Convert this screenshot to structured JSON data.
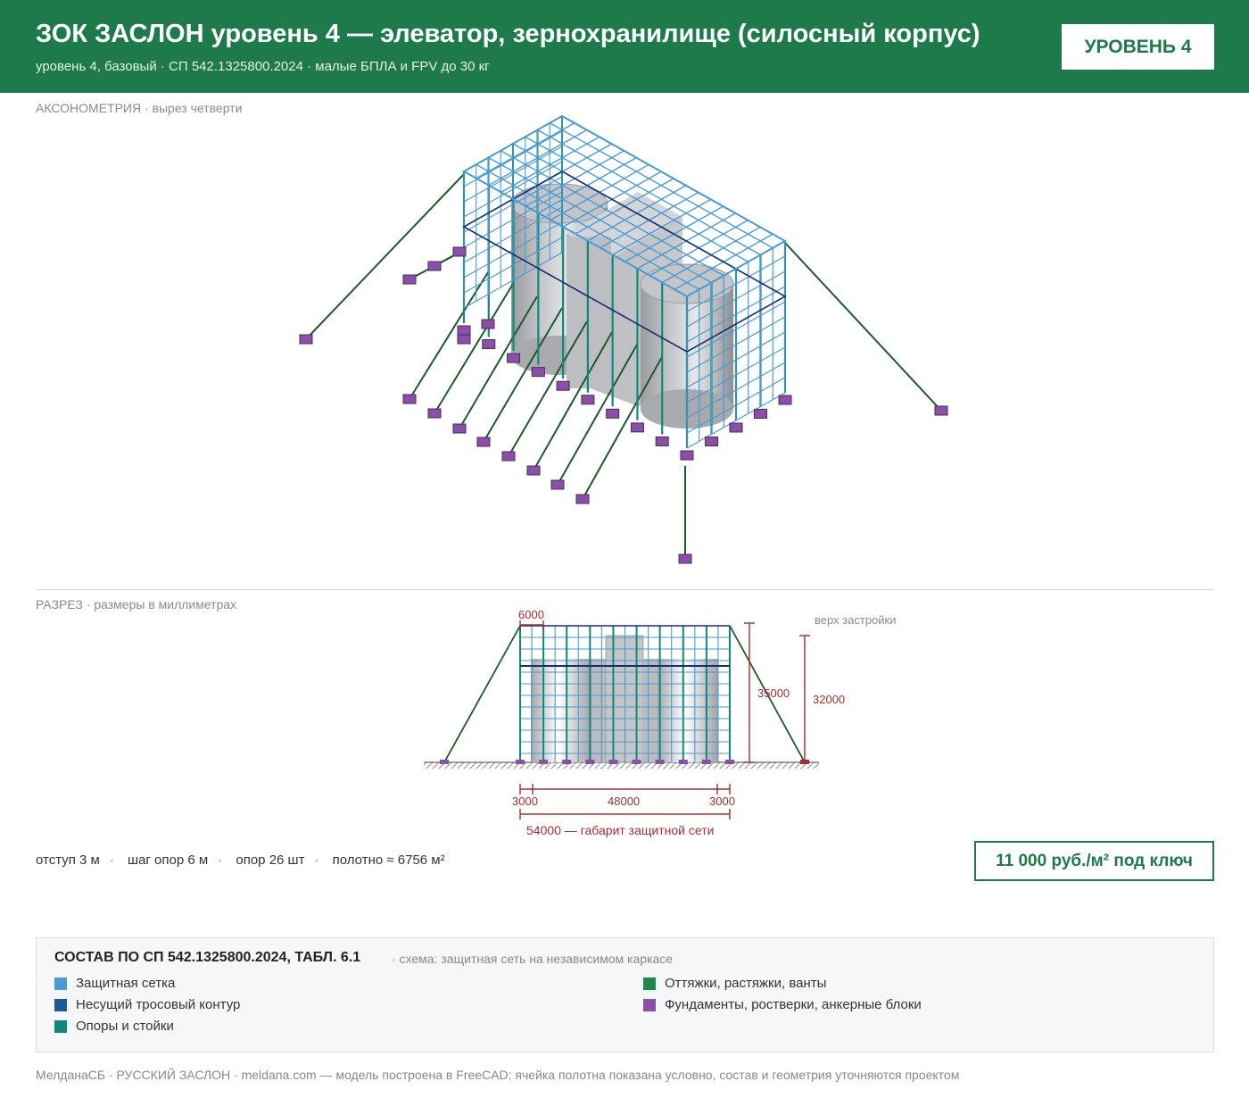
{
  "header": {
    "title": "ЗОК ЗАСЛОН уровень 4 — элеватор, зернохранилище (силосный корпус)",
    "subtitle": "уровень 4, базовый · СП 542.1325800.2024 · малые БПЛА и FPV до 30 кг",
    "level_badge": "УРОВЕНЬ 4"
  },
  "axonometry": {
    "label": "АКСОНОМЕТРИЯ",
    "note": "· вырез четверти"
  },
  "section": {
    "label": "РАЗРЕЗ",
    "note": "· размеры в миллиметрах",
    "dim_cell": "6000",
    "dim_height_net": "35000",
    "dim_height_build": "32000",
    "build_top_label": "верх застройки",
    "dim_offset_left": "3000",
    "dim_span": "48000",
    "dim_offset_right": "3000",
    "dim_total": "54000 — габарит защитной сети"
  },
  "stats": {
    "offset": "отступ 3 м",
    "pitch": "шаг опор 6 м",
    "supports": "опор 26 шт",
    "area": "полотно ≈ 6756 м²"
  },
  "price": "11 000 руб./м² под ключ",
  "legend": {
    "title": "СОСТАВ ПО СП 542.1325800.2024, ТАБЛ. 6.1",
    "scheme": "· схема: защитная сеть на независимом каркасе",
    "items": [
      {
        "label": "Защитная сетка",
        "color": "#4a9ad4"
      },
      {
        "label": "Несущий тросовый контур",
        "color": "#1a5a9a"
      },
      {
        "label": "Опоры и стойки",
        "color": "#12887a"
      },
      {
        "label": "Оттяжки, растяжки, ванты",
        "color": "#1e8a4a"
      },
      {
        "label": "Фундаменты, ростверки, анкерные блоки",
        "color": "#8a4fa8"
      }
    ]
  },
  "footer": "МелданаСБ · РУССКИЙ ЗАСЛОН · meldana.com — модель построена в FreeCAD; ячейка полотна показана условно, состав и геометрия уточняются проектом",
  "colors": {
    "brand": "#1e7a4a",
    "mesh": "#4a9ad4",
    "cable": "#1a2f6a",
    "post": "#12887a",
    "guy": "#1d5a2a",
    "foundation": "#8a4fa8",
    "dimension": "#a03030"
  }
}
